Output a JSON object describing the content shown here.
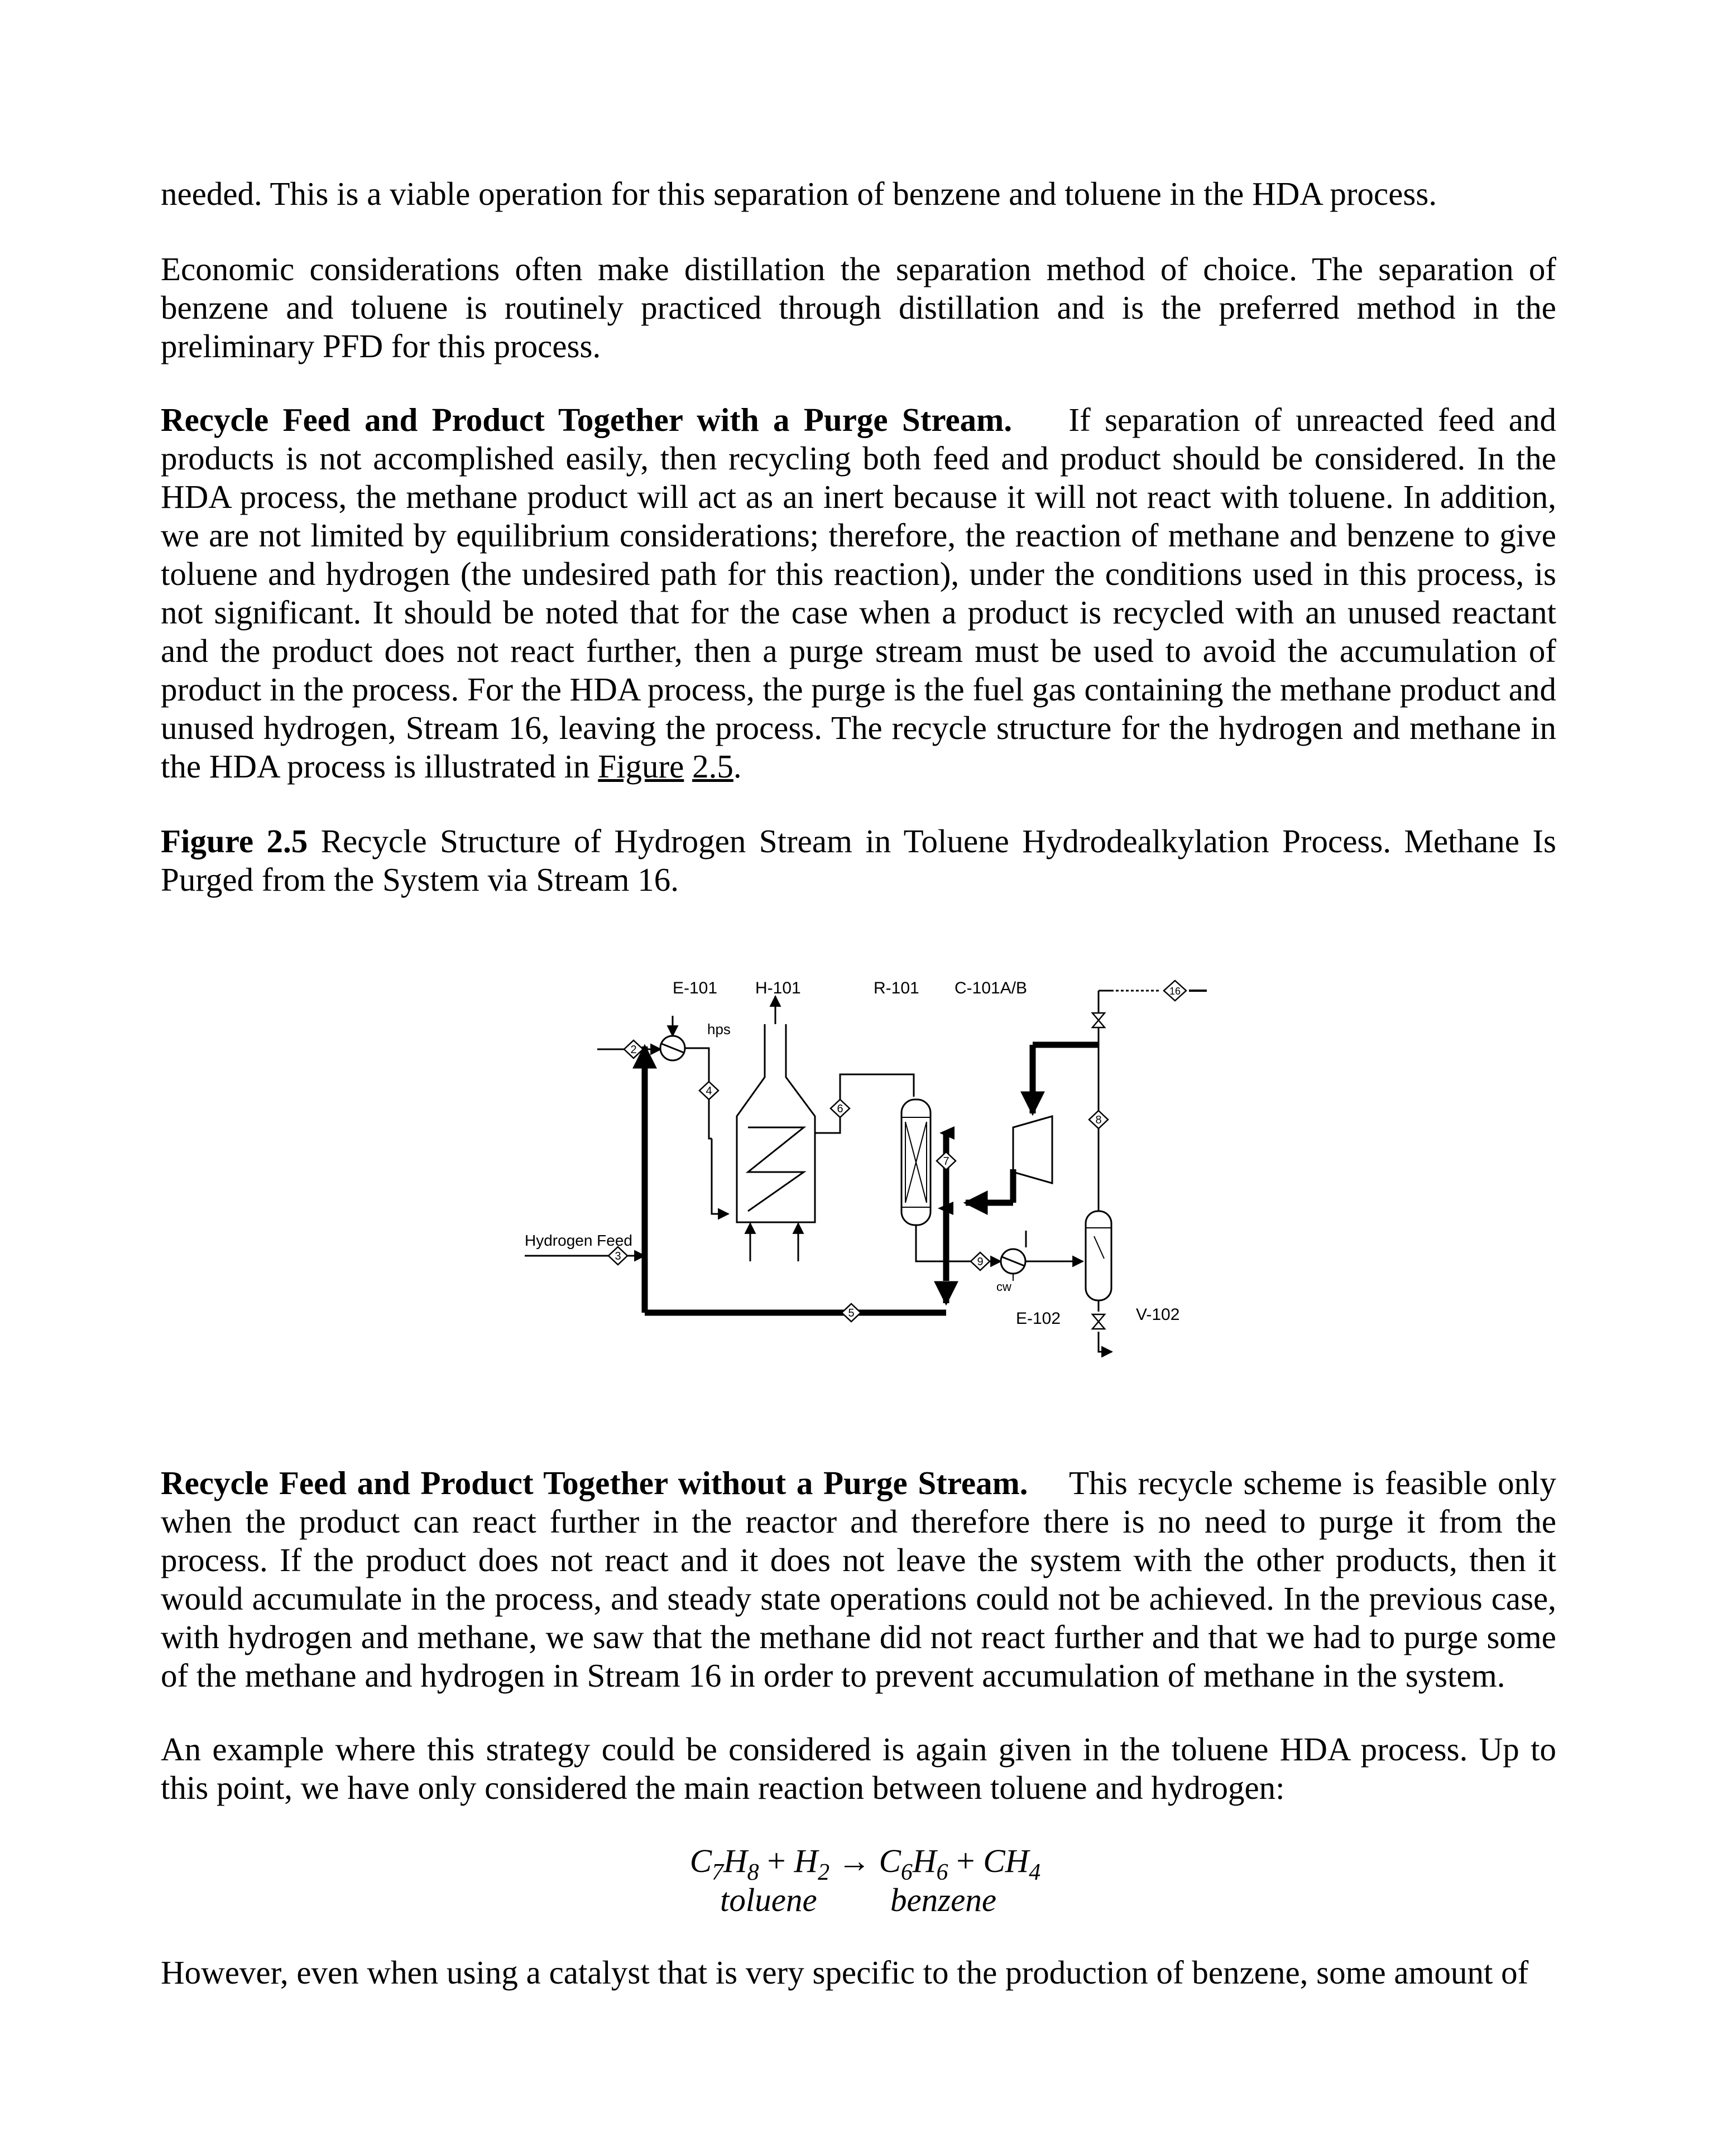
{
  "paragraphs": {
    "p1": "needed. This is a viable operation for this separation of benzene and toluene in the HDA process.",
    "p2": "Economic considerations often make distillation the separation method of choice. The separation of benzene and toluene is routinely practiced through distillation and is the preferred method in the preliminary PFD for this process.",
    "p3_heading": "Recycle Feed and Product Together with a Purge Stream.",
    "p3_body": "If separation of unreacted feed and products is not accomplished easily, then recycling both feed and product should be considered. In the HDA process, the methane product will act as an inert because it will not react with toluene. In addition, we are not limited by equilibrium considerations; therefore, the reaction of methane and benzene to give toluene and hydrogen (the undesired path for this reaction), under the conditions used in this process, is not significant. It should be noted that for the case when a product is recycled with an unused reactant and the product does not react further, then a purge stream must be used to avoid the accumulation of product in the process. For the HDA process, the purge is the fuel gas containing the methane product and unused hydrogen, Stream 16, leaving the process. The recycle structure for the hydrogen and methane in the HDA process is illustrated in",
    "p3_link_figure": "Figure",
    "p3_link_number": "2.5",
    "p3_end": ".",
    "caption_label": "Figure 2.5",
    "caption_text": "Recycle Structure of Hydrogen Stream in Toluene Hydrodealkylation Process. Methane Is Purged from the System via Stream 16.",
    "p4_heading": "Recycle Feed and Product Together without a Purge Stream.",
    "p4_body": "This recycle scheme is feasible only when the product can react further in the reactor and therefore there is no need to purge it from the process. If the product does not react and it does not leave the system with the other products, then it would accumulate in the process, and steady state operations could not be achieved. In the previous case, with hydrogen and methane, we saw that the methane did not react further and that we had to purge some of the methane and hydrogen in Stream 16 in order to prevent accumulation of methane in the system.",
    "p5": "An example where this strategy could be considered is again given in the toluene HDA process. Up to this point, we have only considered the main reaction between toluene and hydrogen:",
    "p6": "However, even when using a catalyst that is very specific to the production of benzene, some amount of"
  },
  "equation": {
    "c7": "C",
    "s7": "7",
    "h8": "H",
    "s8": "8",
    "plus1": " + ",
    "h2": "H",
    "s2": "2",
    "arrow": " → ",
    "c6": "C",
    "s6": "6",
    "h6": "H",
    "s6b": "6",
    "plus2": " + ",
    "ch": "CH",
    "s4": "4",
    "label_toluene": "toluene",
    "label_benzene": "benzene"
  },
  "figure": {
    "labels": {
      "e101": "E-101",
      "h101": "H-101",
      "r101": "R-101",
      "c101": "C-101A/B",
      "hps": "hps",
      "hydrogen_feed": "Hydrogen Feed",
      "cw": "cw",
      "e102": "E-102",
      "v102": "V-102"
    },
    "streams": {
      "s2": "2",
      "s3": "3",
      "s4": "4",
      "s5": "5",
      "s6": "6",
      "s7": "7",
      "s8": "8",
      "s9": "9",
      "s16": "16"
    }
  }
}
